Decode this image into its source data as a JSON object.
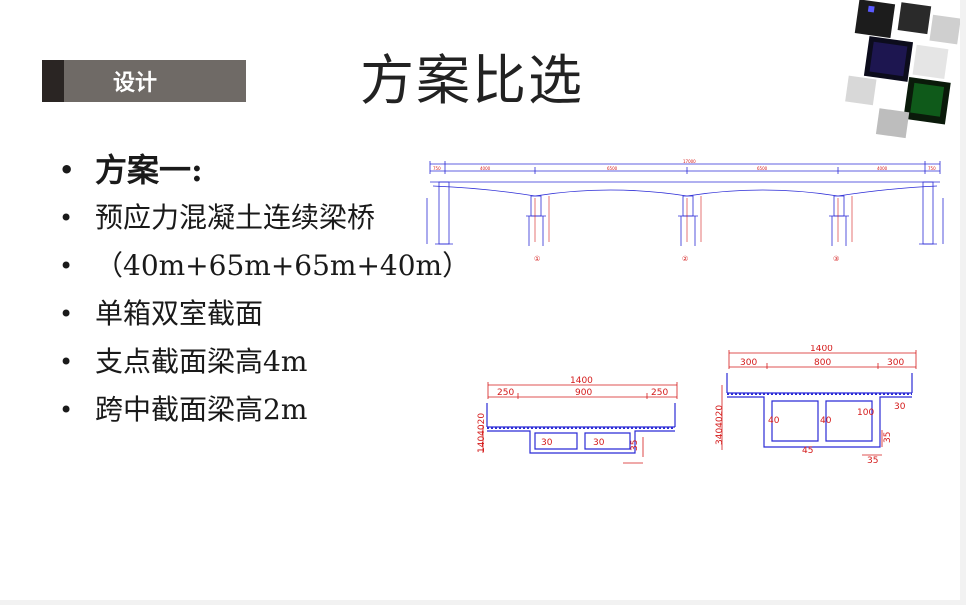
{
  "tag": {
    "label": "设计"
  },
  "title": "方案比选",
  "bullets": [
    "方案一:",
    "预应力混凝土连续梁桥",
    "（40m+65m+65m+40m）",
    "单箱双室截面",
    "支点截面梁高4m",
    "跨中截面梁高2m"
  ],
  "drawing_elevation": {
    "total": "17000",
    "spans": [
      "4000",
      "6500",
      "6500",
      "4000"
    ],
    "ends": [
      "750",
      "750"
    ],
    "piers": [
      "①",
      "②",
      "③"
    ]
  },
  "section_mid": {
    "width": "1400",
    "parts": [
      "250",
      "900",
      "250"
    ],
    "heights": "1404020",
    "dims": [
      "30",
      "30",
      "35"
    ]
  },
  "section_support": {
    "width": "1400",
    "parts": [
      "300",
      "800",
      "300"
    ],
    "heights": "3404020",
    "dims": [
      "40",
      "40",
      "100",
      "30",
      "35",
      "45",
      "35"
    ]
  },
  "colors": {
    "tag_bg": "#6f6a66",
    "tag_dark": "#2a2523",
    "line": "#2b2bd6",
    "dim": "#d41a1a"
  }
}
